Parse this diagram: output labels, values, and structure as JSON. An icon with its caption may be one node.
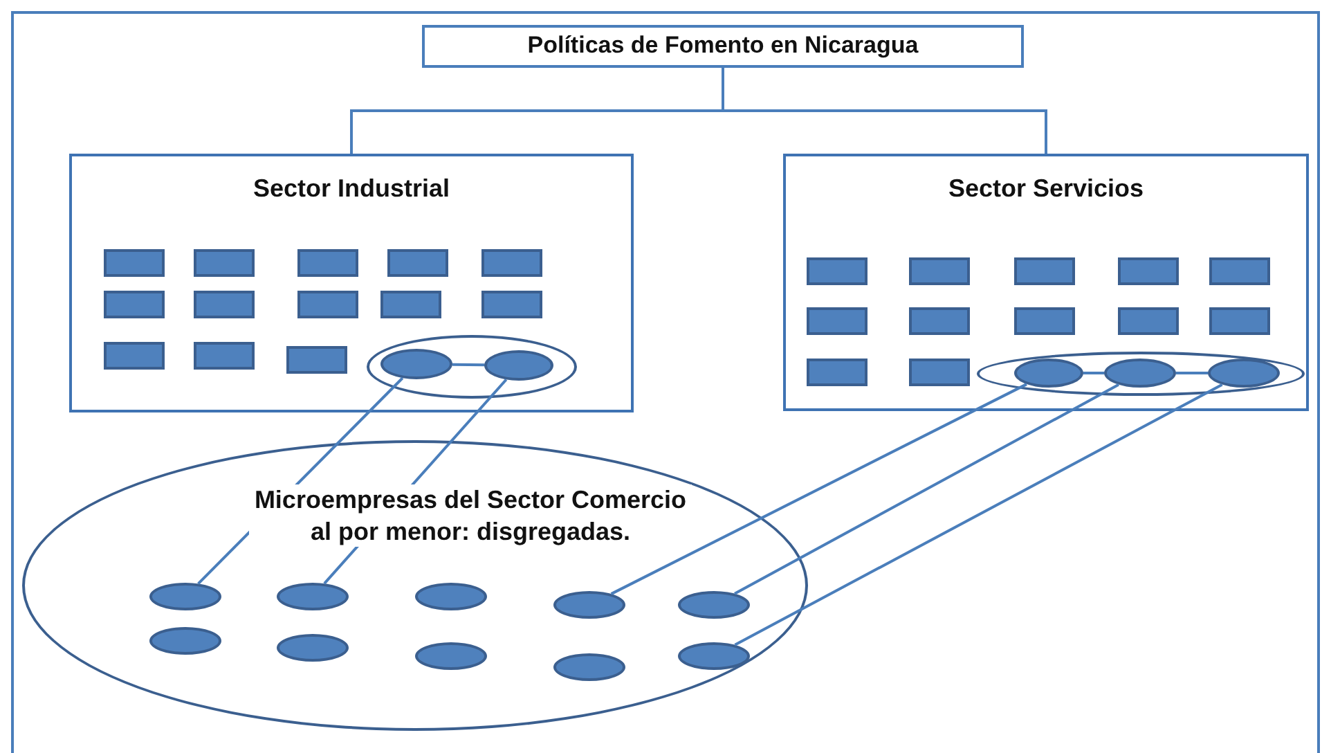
{
  "diagram": {
    "nodes": [
      {
        "text": [
          "Políticas de Fomento en Nicaragua"
        ]
      },
      {
        "text": [
          "Sector Industrial"
        ]
      },
      {
        "text": [],
        "shape": "box",
        "in": 1
      },
      {
        "text": [],
        "shape": "box",
        "in": 1
      },
      {
        "text": [],
        "shape": "box",
        "in": 1
      },
      {
        "text": [],
        "shape": "box",
        "in": 1
      },
      {
        "text": [],
        "shape": "box",
        "in": 1
      },
      {
        "text": [],
        "shape": "box",
        "in": 1
      },
      {
        "text": [],
        "shape": "box",
        "in": 1
      },
      {
        "text": [],
        "shape": "box",
        "in": 1
      },
      {
        "text": [],
        "shape": "box",
        "in": 1
      },
      {
        "text": [],
        "shape": "box",
        "in": 1
      },
      {
        "text": [],
        "shape": "box",
        "in": 1
      },
      {
        "text": [],
        "shape": "box",
        "in": 1
      },
      {
        "text": [],
        "shape": "box",
        "in": 1
      },
      {
        "text": [],
        "shape": "ellipse",
        "in": 1
      },
      {
        "text": [],
        "shape": "ellipse",
        "in": 15
      },
      {
        "text": [],
        "shape": "ellipse",
        "in": 15
      },
      {
        "text": [
          "Sector Servicios"
        ]
      },
      {
        "text": [],
        "shape": "box",
        "in": 18
      },
      {
        "text": [],
        "shape": "box",
        "in": 18
      },
      {
        "text": [],
        "shape": "box",
        "in": 18
      },
      {
        "text": [],
        "shape": "box",
        "in": 18
      },
      {
        "text": [],
        "shape": "box",
        "in": 18
      },
      {
        "text": [],
        "shape": "box",
        "in": 18
      },
      {
        "text": [],
        "shape": "box",
        "in": 18
      },
      {
        "text": [],
        "shape": "box",
        "in": 18
      },
      {
        "text": [],
        "shape": "box",
        "in": 18
      },
      {
        "text": [],
        "shape": "box",
        "in": 18
      },
      {
        "text": [],
        "shape": "box",
        "in": 18
      },
      {
        "text": [],
        "shape": "box",
        "in": 18
      },
      {
        "text": [],
        "shape": "ellipse",
        "in": 18
      },
      {
        "text": [],
        "shape": "ellipse",
        "in": 31
      },
      {
        "text": [],
        "shape": "ellipse",
        "in": 31
      },
      {
        "text": [],
        "shape": "ellipse",
        "in": 31
      },
      {
        "text": [
          "Microempresas del Sector Comercio al por menor: disgregadas."
        ]
      },
      {
        "text": [],
        "shape": "ellipse",
        "in": 35
      },
      {
        "text": [],
        "shape": "ellipse",
        "in": 35
      },
      {
        "text": [],
        "shape": "ellipse",
        "in": 35
      },
      {
        "text": [],
        "shape": "ellipse",
        "in": 35
      },
      {
        "text": [],
        "shape": "ellipse",
        "in": 35
      },
      {
        "text": [],
        "shape": "ellipse",
        "in": 35
      },
      {
        "text": [],
        "shape": "ellipse",
        "in": 35
      },
      {
        "text": [],
        "shape": "ellipse",
        "in": 35
      },
      {
        "text": [],
        "shape": "ellipse",
        "in": 35
      },
      {
        "text": [],
        "shape": "ellipse",
        "in": 35
      }
    ],
    "edges": [
      {
        "from": 0,
        "to": 1,
        "arrow": "none"
      },
      {
        "from": 0,
        "to": 18,
        "arrow": "none"
      },
      {
        "from": 16,
        "to": 17,
        "arrow": "none"
      },
      {
        "from": 32,
        "to": 33,
        "arrow": "none"
      },
      {
        "from": 33,
        "to": 34,
        "arrow": "none"
      },
      {
        "from": 16,
        "to": 36,
        "arrow": "none"
      },
      {
        "from": 17,
        "to": 37,
        "arrow": "none"
      },
      {
        "from": 32,
        "to": 39,
        "arrow": "none"
      },
      {
        "from": 33,
        "to": 40,
        "arrow": "none"
      },
      {
        "from": 34,
        "to": 45,
        "arrow": "none"
      }
    ]
  }
}
